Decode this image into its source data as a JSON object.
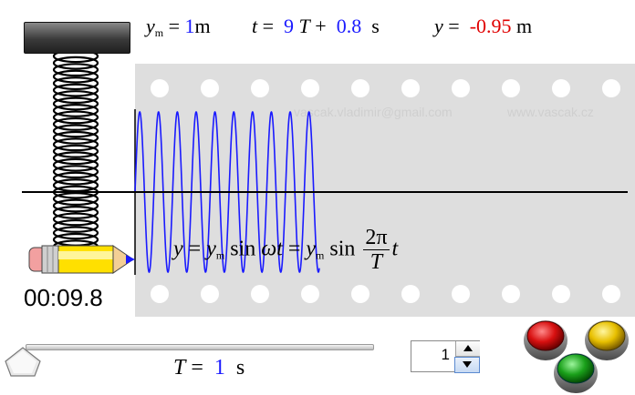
{
  "header": {
    "amplitude": {
      "symbol": "y",
      "subscript": "m",
      "equals": "=",
      "value": "1",
      "unit": "m"
    },
    "time": {
      "symbol": "t",
      "equals": "=",
      "periods": "9",
      "period_symbol": "T",
      "plus": "+",
      "offset": "0.8",
      "unit": "s"
    },
    "displacement": {
      "symbol": "y",
      "equals": "=",
      "value": "-0.95",
      "unit": "m"
    }
  },
  "credits": {
    "email": "vascak.vladimir@gmail.com",
    "website": "www.vascak.cz"
  },
  "clock": {
    "value": "00:09.8"
  },
  "formula": {
    "lhs": "y",
    "eq1": "=",
    "ym": "y",
    "ym_sub": "m",
    "sin1": "sin",
    "omega_t": "ωt",
    "eq2": "=",
    "ym2": "y",
    "ym2_sub": "m",
    "sin2": "sin",
    "num": "2π",
    "den": "T",
    "t": "t"
  },
  "period_control": {
    "symbol": "T",
    "equals": "=",
    "value": "1",
    "unit": "s",
    "slider_fraction": 0.0
  },
  "stepper": {
    "value": "1"
  },
  "buttons": {
    "red": {
      "icon": "red-push-button",
      "color": "#d81010"
    },
    "yellow": {
      "icon": "yellow-push-button",
      "color": "#e8c000"
    },
    "green": {
      "icon": "green-push-button",
      "color": "#1aa01a"
    }
  },
  "trace": {
    "amplitude_m": 1,
    "cycles_shown": 9.8,
    "color": "#1a1aff"
  },
  "colors": {
    "accent_blue": "#1a1aff",
    "value_red": "#e00000",
    "strip": "#dedede"
  }
}
